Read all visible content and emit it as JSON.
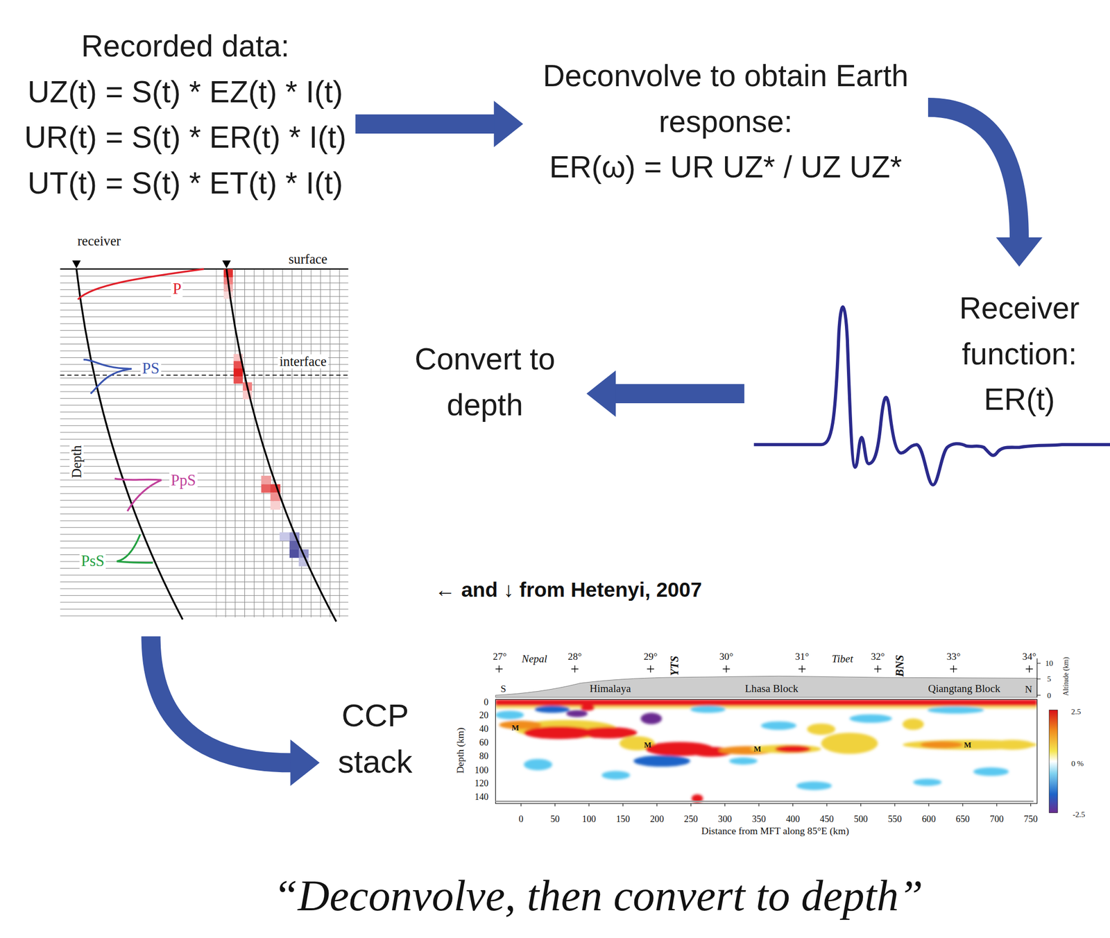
{
  "diagram": {
    "caption": "“Deconvolve, then convert to depth”",
    "nodes": [
      {
        "text": [
          "Recorded data:",
          "UZ(t) = S(t) * EZ(t) * I(t)",
          "UR(t) = S(t) * ER(t) * I(t)",
          "UT(t) = S(t) * ET(t) * I(t)"
        ]
      },
      {
        "text": [
          "Deconvolve to obtain Earth response:",
          "ER(ω) = UR UZ* / UZ UZ*"
        ]
      },
      {
        "text": [
          "Receiver function: ER(t)"
        ]
      },
      {
        "text": [
          "Convert to depth"
        ]
      },
      {
        "text": [
          "CCP stack"
        ]
      }
    ],
    "edges": [
      {
        "from": 0,
        "to": 1,
        "arrow": "to"
      },
      {
        "from": 1,
        "to": 2,
        "arrow": "to"
      },
      {
        "from": 2,
        "to": 3,
        "arrow": "to"
      },
      {
        "from": 3,
        "to": 4,
        "arrow": "to"
      }
    ],
    "labels": [
      "receiver",
      "surface",
      "P",
      "interface",
      "PS",
      "Depth",
      "PpS",
      "PsS",
      "← and ↓ from Hetenyi, 2007",
      "27°",
      "Nepal",
      "28°",
      "29°",
      "YTS",
      "30°",
      "31°",
      "Tibet",
      "32°",
      "BNS",
      "33°",
      "34°",
      "10",
      "5",
      "0",
      "Altitude (km)",
      "S",
      "Himalaya",
      "Lhasa Block",
      "Qiangtang Block",
      "N",
      "0",
      "20",
      "40",
      "60",
      "80",
      "100",
      "120",
      "140",
      "Depth (km)",
      "M",
      "M",
      "M",
      "M",
      "0",
      "50",
      "100",
      "150",
      "200",
      "250",
      "300",
      "350",
      "400",
      "450",
      "500",
      "550",
      "600",
      "650",
      "700",
      "750",
      "Distance from MFT along 85°E (km)",
      "2.5",
      "0 %",
      "-2.5"
    ]
  }
}
